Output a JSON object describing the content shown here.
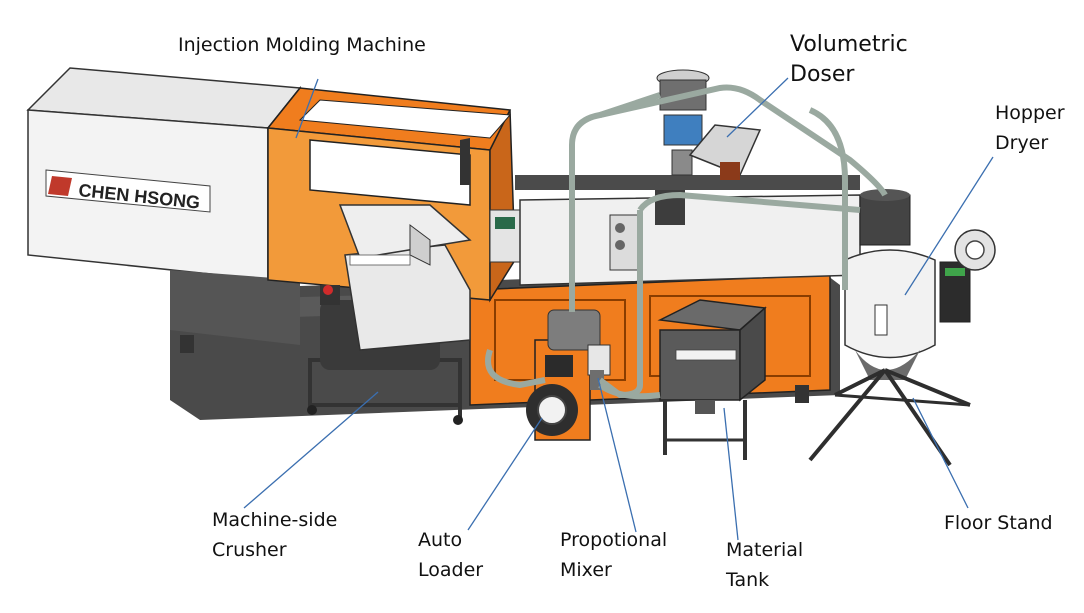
{
  "brand": {
    "name": "CHEN HSONG"
  },
  "colors": {
    "machine_orange": "#f07d1e",
    "frame_dark": "#3a3a3a",
    "label_line": "#3b6fb0"
  },
  "labels": {
    "injection_molding_machine": "Injection Molding Machine",
    "volumetric_doser": "Volumetric\nDoser",
    "hopper_dryer": "Hopper\nDryer",
    "machine_side_crusher": "Machine-side\nCrusher",
    "auto_loader": "Auto\nLoader",
    "proportional_mixer": "Propotional\nMixer",
    "material_tank": "Material\nTank",
    "floor_stand": "Floor Stand"
  }
}
